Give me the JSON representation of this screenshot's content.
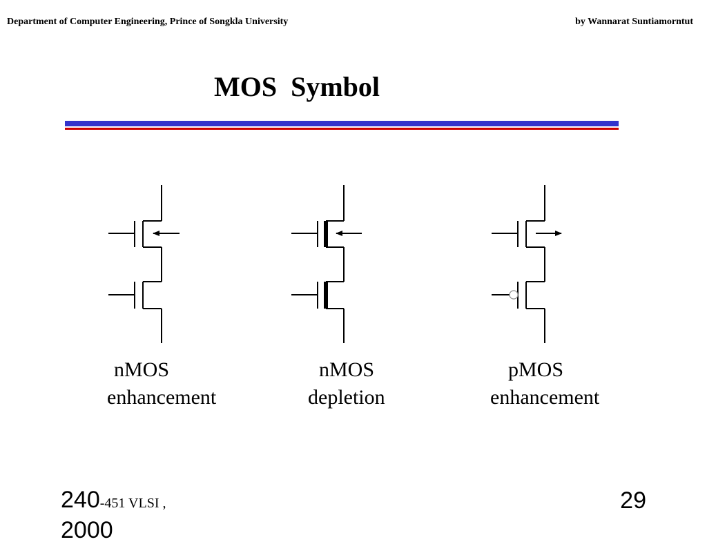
{
  "header": {
    "left": "Department of Computer Engineering, Prince of Songkla University",
    "right": "by Wannarat Suntiamorntut"
  },
  "slide": {
    "title": "MOS  Symbol"
  },
  "colors": {
    "rule_blue": "#3333cc",
    "rule_red": "#cc0000",
    "stroke": "#000000"
  },
  "symbols": [
    {
      "line1": "nMOS",
      "line2": "enhancement"
    },
    {
      "line1": "nMOS",
      "line2": "depletion"
    },
    {
      "line1": "pMOS",
      "line2": "enhancement"
    }
  ],
  "footer": {
    "course_num": "240",
    "course_rest": "-451 VLSI ,",
    "year": "2000",
    "page": "29"
  }
}
